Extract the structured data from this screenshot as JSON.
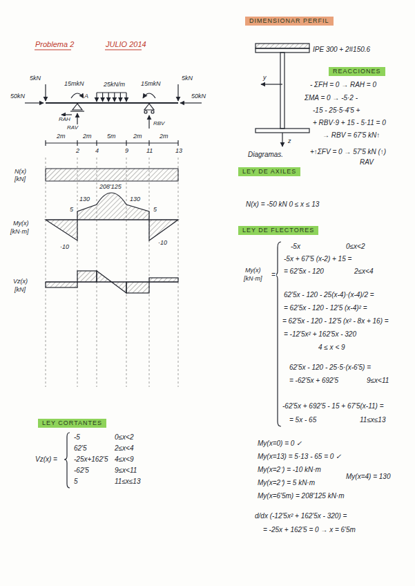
{
  "diagram": {
    "nodes": [
      {
        "text": [
          "DIMENSIONAR PERFIL"
        ]
      },
      {
        "text": [
          "REACCIONES"
        ]
      },
      {
        "text": [
          "LEY DE AXILES"
        ]
      },
      {
        "text": [
          "LEY DE FLECTORES"
        ]
      },
      {
        "text": [
          "LEY CORTANTES"
        ]
      }
    ],
    "edges": [],
    "labels": [
      "Problema 2",
      "JULIO 2014",
      "5kN",
      "15mkN",
      "25kN/m",
      "15mkN",
      "5kN",
      "50kN",
      "50kN",
      "A",
      "RAH",
      "RAV",
      "RBV",
      "2m",
      "2m",
      "5m",
      "2m",
      "2m",
      "2",
      "4",
      "9",
      "11",
      "13",
      "N(x)",
      "[kN]",
      "208'125",
      "130",
      "130",
      "5",
      "5",
      "-10",
      "-10",
      "My(x)",
      "[kN·m]",
      "Vz(x)",
      "[kN]",
      "Vz(x) =",
      "-5",
      "0≤x<2",
      "62'5",
      "2≤x<4",
      "-25x+162'5",
      "4≤x<9",
      "-62'5",
      "9≤x<11",
      "5",
      "11≤x≤13",
      "IPE 300 + 2#150.6",
      "y",
      "z",
      "- ΣFH = 0 → RAH = 0",
      "ΣMA = 0 → -5·2 -",
      "-15 - 25·5·4'5 +",
      "+ RBV·9 + 15 - 5·11 = 0",
      "→ RBV = 67'5 kN↑",
      "Diagramas.",
      "+↑ΣFV = 0 → 57'5 kN (↑)",
      "RAV",
      "N(x) = -50 kN    0 ≤ x ≤ 13",
      "My(x)",
      "[kN·m]",
      "=",
      "-5x",
      "0≤x<2",
      "-5x + 67'5 (x-2) + 15 =",
      "= 62'5x - 120",
      "2≤x<4",
      "62'5x - 120 - 25(x-4)·(x-4)/2 =",
      "= 62'5x - 120 - 12'5 (x-4)² =",
      "= 62'5x - 120 - 12'5 (x² - 8x + 16) =",
      "= -12'5x² + 162'5x - 320",
      "4 ≤ x < 9",
      "62'5x - 120 - 25·5·(x-6'5) =",
      "= -62'5x + 692'5",
      "9≤x<11",
      "-62'5x + 692'5 - 15 + 67'5(x-11) =",
      "= 5x - 65",
      "11≤x≤13",
      "My(x=0) = 0 ✓",
      "My(x=13) = 5·13 - 65 = 0 ✓",
      "My(x=2⁻) = -10 kN·m",
      "My(x=2⁺) = 5 kN·m",
      "My(x=4) = 130",
      "My(x=6'5m) = 208'125 kN·m",
      "d/dx (-12'5x² + 162'5x - 320) =",
      "= -25x + 162'5 = 0 → x = 6'5m"
    ]
  }
}
